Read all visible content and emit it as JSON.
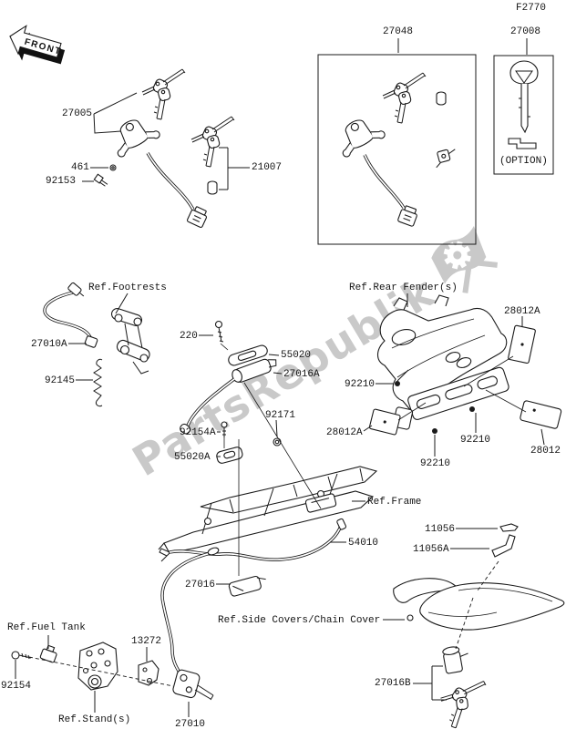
{
  "page": {
    "code": "F2770"
  },
  "front_arrow": {
    "label": "FRONT"
  },
  "watermark": {
    "text": "PartsRepublik"
  },
  "parts": {
    "p27048": "27048",
    "p27008": "27008",
    "option": "(OPTION)",
    "p27005": "27005",
    "p461": "461",
    "p92153": "92153",
    "p21007": "21007",
    "p27010A": "27010A",
    "p92145": "92145",
    "p220": "220",
    "p55020": "55020",
    "p27016A": "27016A",
    "p92171": "92171",
    "p92154A": "92154A",
    "p55020A": "55020A",
    "p28012A": "28012A",
    "p92210": "92210",
    "p28012": "28012",
    "p54010": "54010",
    "p11056": "11056",
    "p11056A": "11056A",
    "p27016": "27016",
    "p13272": "13272",
    "p92154": "92154",
    "p27010": "27010",
    "p27016B": "27016B"
  },
  "references": {
    "footrests": "Ref.Footrests",
    "rear_fender": "Ref.Rear Fender(s)",
    "frame": "Ref.Frame",
    "side_covers": "Ref.Side Covers/Chain Cover",
    "fuel_tank": "Ref.Fuel Tank",
    "stand": "Ref.Stand(s)"
  }
}
